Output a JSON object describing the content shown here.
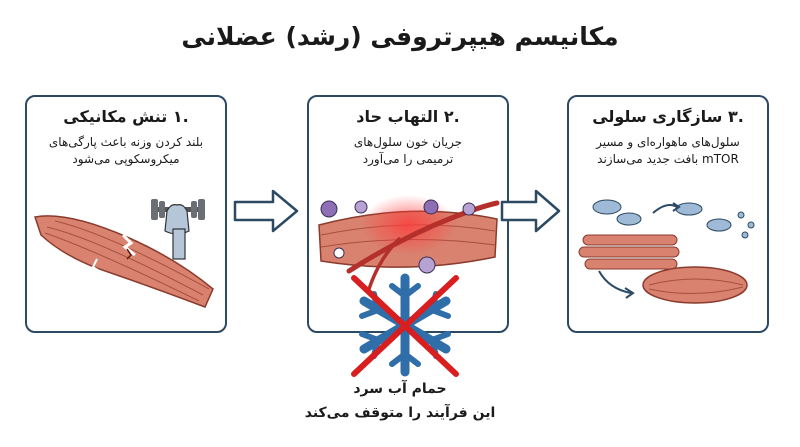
{
  "title": "مکانیسم هیپرتروفی (رشد) عضلانی",
  "steps": [
    {
      "title": ".۱ تنش مکانیکی",
      "desc_line1": "بلند کردن وزنه باعث پارگی‌های",
      "desc_line2": "میکروسکوپی می‌شود"
    },
    {
      "title": ".۲ التهاب حاد",
      "desc_line1": "جریان خون سلول‌های",
      "desc_line2": "ترمیمی را می‌آورد"
    },
    {
      "title": ".۳ سازگاری سلولی",
      "desc_line1": "سلول‌های ماهواره‌ای و مسیر",
      "desc_line2": "mTOR بافت جدید می‌سازند"
    }
  ],
  "caption": {
    "line1": "حمام آب سرد",
    "line2": "این فرآیند را متوقف می‌کند"
  },
  "colors": {
    "border": "#2c4a63",
    "muscle": "#d9826f",
    "blood": "#b5302a",
    "snowflake": "#2f6ea8",
    "cross": "#d81e1e"
  }
}
